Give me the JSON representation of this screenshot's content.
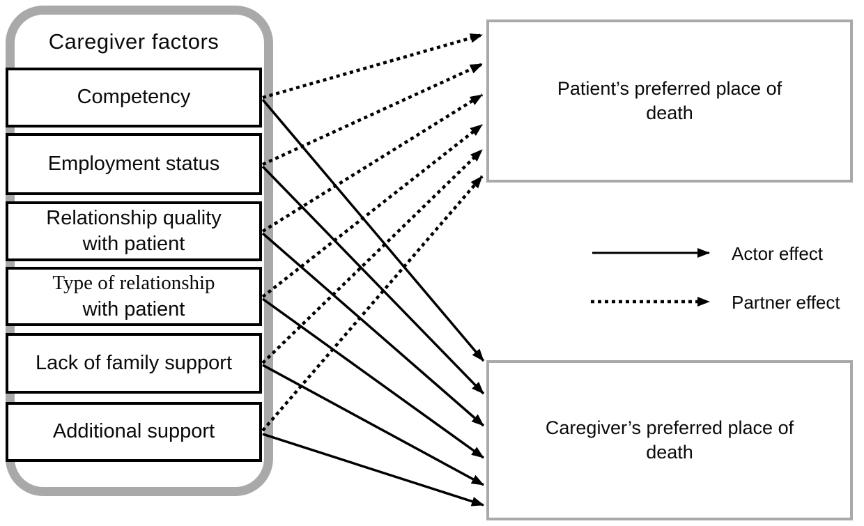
{
  "panel": {
    "title": "Caregiver factors",
    "factors": [
      {
        "line1": "Competency"
      },
      {
        "line1": "Employment status"
      },
      {
        "line1": "Relationship quality",
        "line2": "with patient"
      },
      {
        "line1": "Type of relationship",
        "line2": "with patient"
      },
      {
        "line1": "Lack of family support"
      },
      {
        "line1": "Additional support"
      }
    ]
  },
  "targets": {
    "patient": {
      "line1": "Patient’s preferred place of",
      "line2": "death"
    },
    "caregiver": {
      "line1": "Caregiver’s preferred place of",
      "line2": "death"
    }
  },
  "legend": {
    "actor_label": "Actor effect",
    "partner_label": "Partner effect"
  },
  "edges": {
    "actor": {
      "style": "solid",
      "to": "Caregiver’s preferred place of death",
      "from": [
        "Competency",
        "Employment status",
        "Relationship quality with patient",
        "Type of relationship with patient",
        "Lack of family support",
        "Additional support"
      ]
    },
    "partner": {
      "style": "dotted",
      "to": "Patient’s preferred place of death",
      "from": [
        "Competency",
        "Employment status",
        "Relationship quality with patient",
        "Type of relationship with patient",
        "Lack of family support",
        "Additional support"
      ]
    }
  },
  "colors": {
    "panel_outline": "#a9a9a9",
    "target_outline": "#a9a9a9",
    "factor_outline": "#000000",
    "arrow": "#000000",
    "background": "#ffffff"
  }
}
